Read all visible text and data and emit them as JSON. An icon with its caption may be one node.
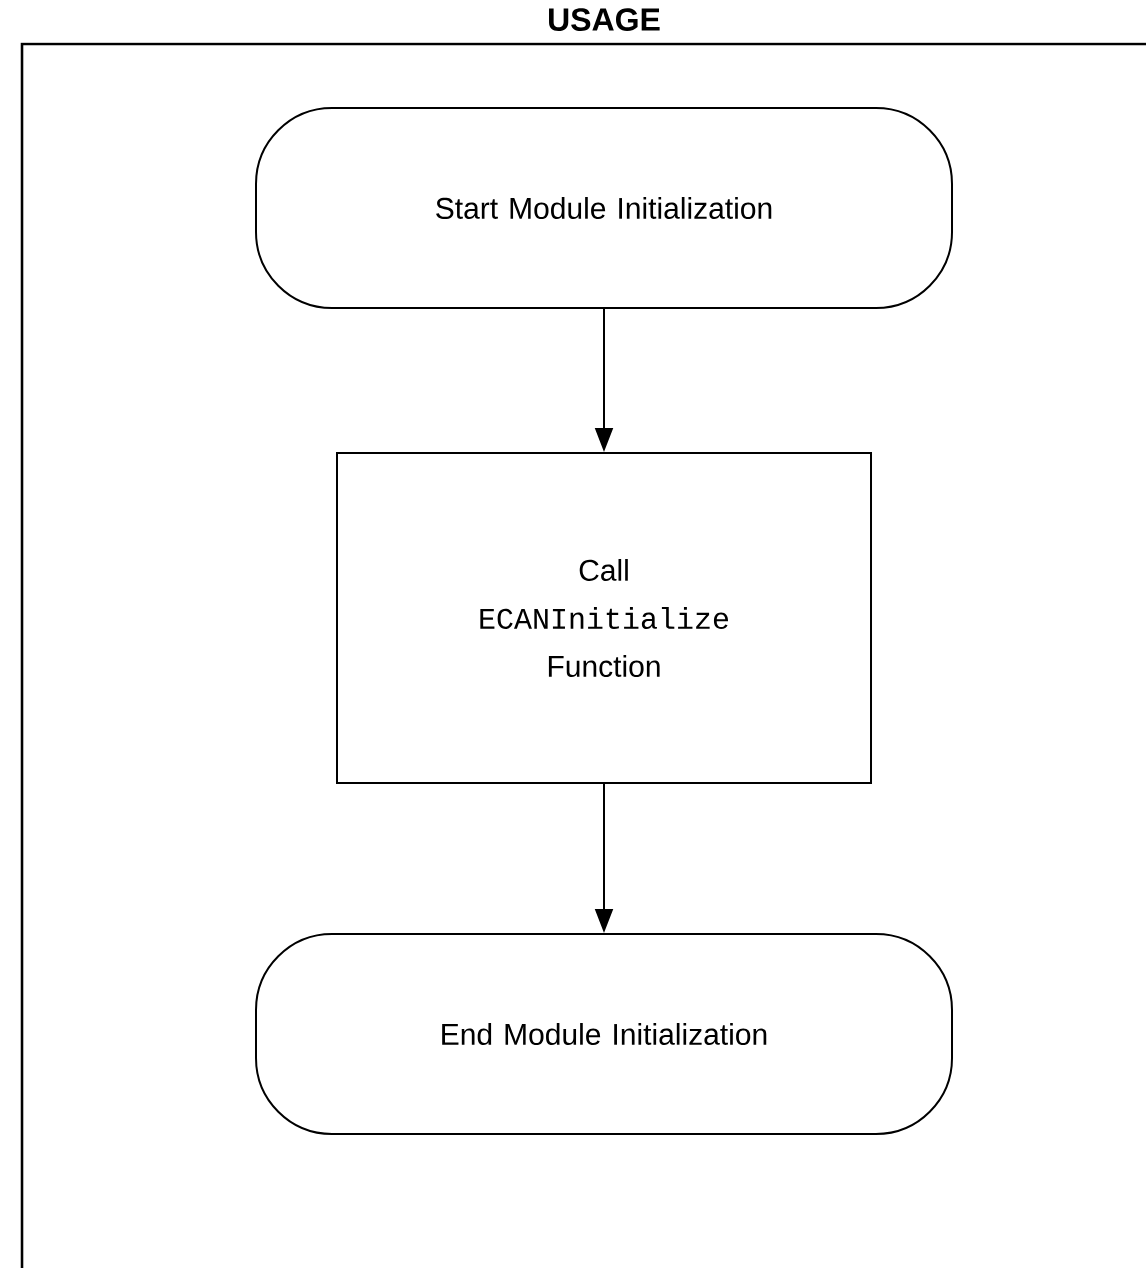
{
  "diagram": {
    "title": "USAGE",
    "nodes": [
      {
        "text": [
          "Start Module Initialization"
        ]
      },
      {
        "text": [
          "Call",
          "ECANInitialize",
          "Function"
        ]
      },
      {
        "text": [
          "End Module Initialization"
        ]
      }
    ],
    "edges": [
      {
        "from": 0,
        "to": 1,
        "arrow": "to"
      },
      {
        "from": 1,
        "to": 2,
        "arrow": "to"
      }
    ]
  }
}
